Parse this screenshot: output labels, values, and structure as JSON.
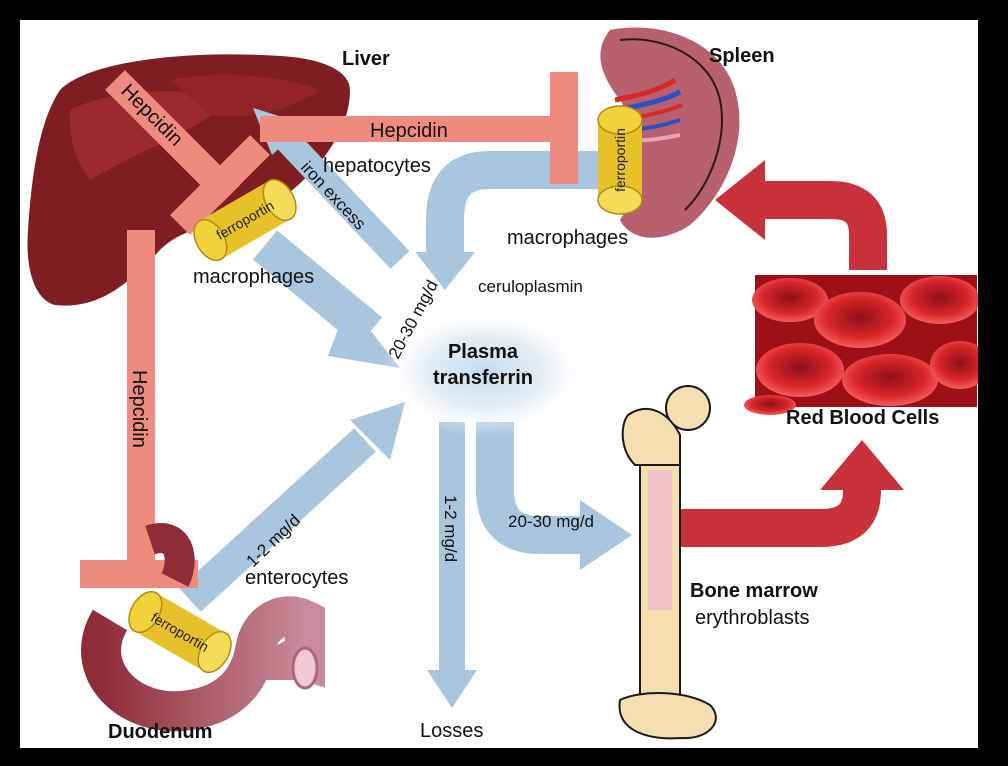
{
  "organs": {
    "liver": "Liver",
    "spleen": "Spleen",
    "duodenum": "Duodenum",
    "red_blood_cells": "Red Blood Cells",
    "bone_marrow": "Bone marrow",
    "erythroblasts": "erythroblasts"
  },
  "center": {
    "line1": "Plasma",
    "line2": "transferrin"
  },
  "hormone": {
    "hepcidin": "Hepcidin"
  },
  "cells": {
    "hepatocytes": "hepatocytes",
    "macrophages_liver": "macrophages",
    "macrophages_spleen": "macrophages",
    "enterocytes": "enterocytes"
  },
  "transporter": {
    "ferroportin": "ferroportin"
  },
  "flows": {
    "iron_excess": "iron excess",
    "recycling": "20-30 mg/d",
    "ceruloplasmin": "ceruloplasmin",
    "absorption": "1-2 mg/d",
    "losses_rate": "1-2 mg/d",
    "marrow_rate": "20-30 mg/d",
    "losses": "Losses"
  },
  "colors": {
    "hepcidin": "#ef8a7f",
    "iron_flow": "#a9c6df",
    "rbc_flow": "#c9323a",
    "liver": "#7e1d22",
    "ferroportin": "#f2d23b",
    "spleen": "#b8606e",
    "bone": "#f5deb0"
  }
}
